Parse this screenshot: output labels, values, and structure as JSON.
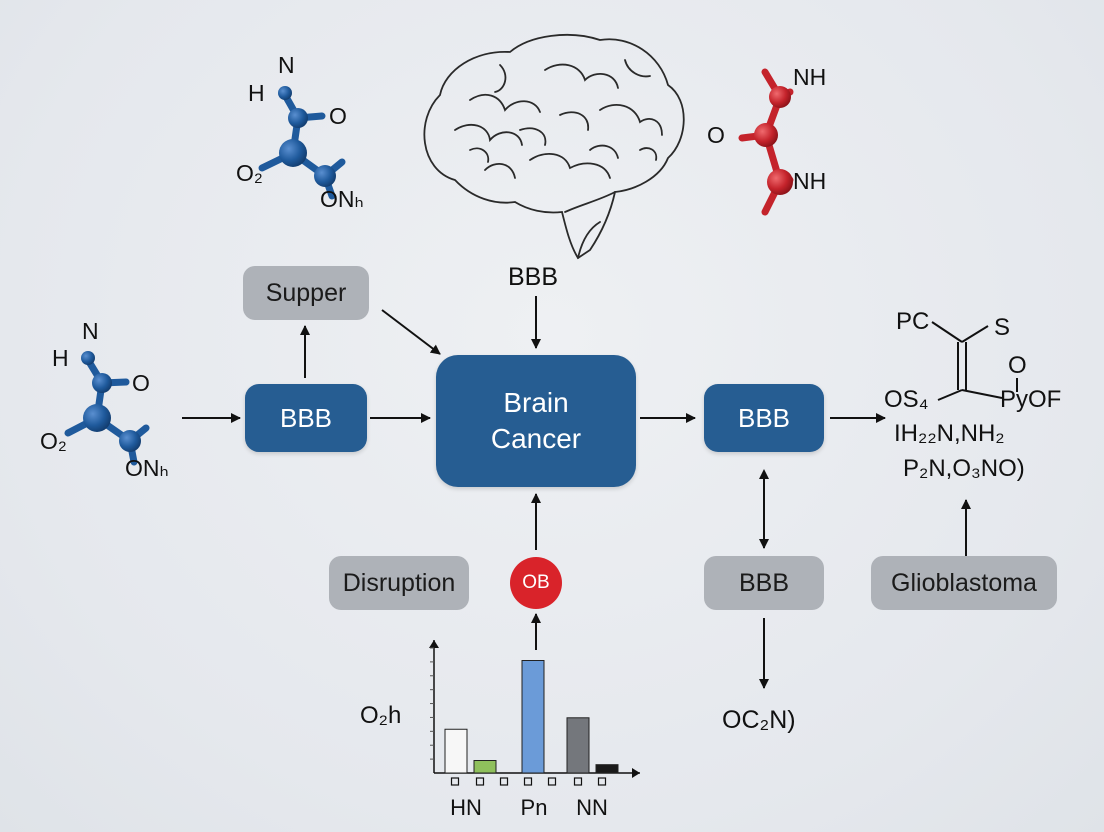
{
  "nodes": {
    "brain_label": "BBB",
    "supper": "Supper",
    "bbb_left": "BBB",
    "center_line1": "Brain",
    "center_line2": "Cancer",
    "bbb_right": "BBB",
    "bbb_lower": "BBB",
    "disruption": "Disruption",
    "ob": "OB",
    "glioblastoma": "Glioblastoma",
    "oc2n": "OC₂N)"
  },
  "formula_right": {
    "pc": "PC",
    "s": "S",
    "o": "O",
    "os4": "OS₄",
    "pyof": "PyOF",
    "line1": "IH₂₂N,NH₂",
    "line2": "P₂N,O₃NO)"
  },
  "molecule_top_left": {
    "n": "N",
    "h": "H",
    "o": "O",
    "o2": "O₂",
    "onh": "ONₕ"
  },
  "molecule_left": {
    "n": "N",
    "h": "H",
    "o": "O",
    "o2": "O₂",
    "onh": "ONₕ"
  },
  "molecule_red": {
    "nh_top": "NH",
    "o": "O",
    "nh_bottom": "NH"
  },
  "colors": {
    "blue_node": "#265d92",
    "gray_node": "#aeb2b8",
    "red_node": "#d9232a",
    "atom_blue": "#1f5a9c",
    "atom_red": "#c4232b"
  },
  "chart_data": {
    "type": "bar",
    "ylabel": "O₂h",
    "tick_labels": [
      "HN",
      "Pn",
      "NN"
    ],
    "bars": [
      {
        "value": 4.2,
        "color": "#f7f7f7"
      },
      {
        "value": 1.2,
        "color": "#8fc05c"
      },
      {
        "value": 10.8,
        "color": "#6b9bd8"
      },
      {
        "value": 5.3,
        "color": "#74777c"
      },
      {
        "value": 0.8,
        "color": "#1a1a1a"
      }
    ],
    "ylim": [
      0,
      12
    ],
    "grid": false
  }
}
